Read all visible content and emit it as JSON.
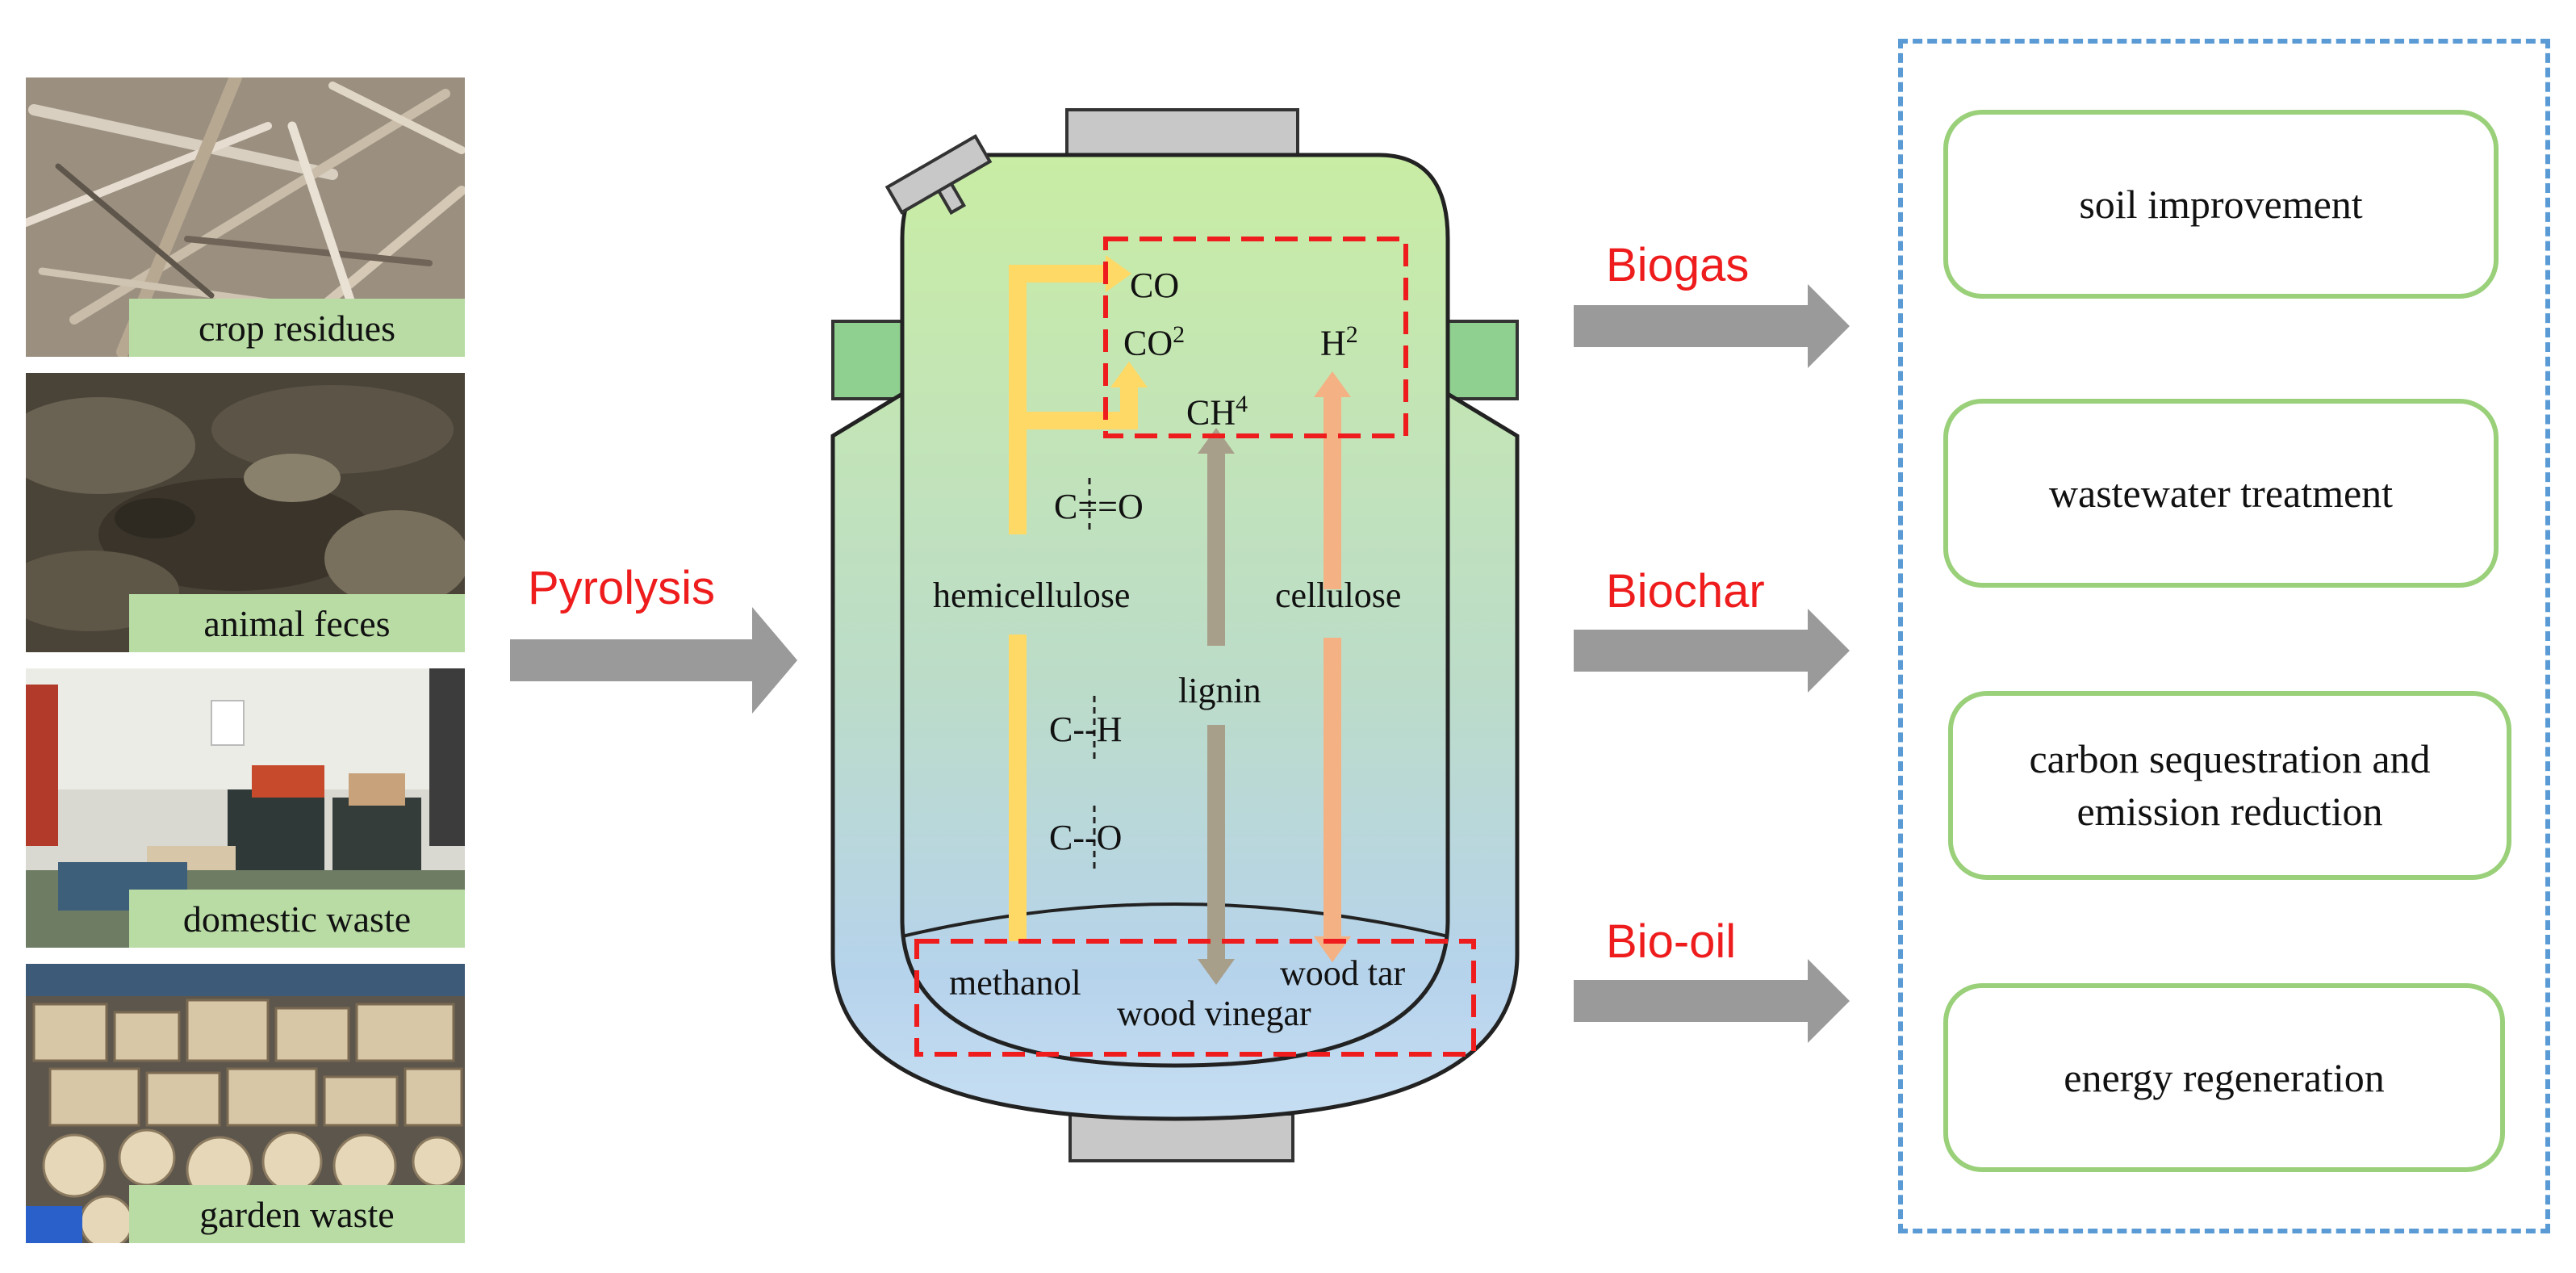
{
  "sources": [
    {
      "label": "crop residues",
      "icon": "straw-photo"
    },
    {
      "label": "animal feces",
      "icon": "soil-photo"
    },
    {
      "label": "domestic waste",
      "icon": "garbage-bins-photo"
    },
    {
      "label": "garden waste",
      "icon": "firewood-photo"
    }
  ],
  "process": {
    "label": "Pyrolysis"
  },
  "reactor": {
    "gases": {
      "co": "CO",
      "co2": "CO",
      "co2_sub": "2",
      "h2": "H",
      "h2_sub": "2",
      "ch4": "CH",
      "ch4_sub": "4"
    },
    "bonds": {
      "co_double": "C==O",
      "ch": "C--H",
      "co_single": "C--O"
    },
    "components": {
      "hemicellulose": "hemicellulose",
      "lignin": "lignin",
      "cellulose": "cellulose"
    },
    "liquids": {
      "methanol": "methanol",
      "wood_tar": "wood tar",
      "wood_vinegar": "wood vinegar"
    }
  },
  "products": [
    {
      "label": "Biogas"
    },
    {
      "label": "Biochar"
    },
    {
      "label": "Bio-oil"
    }
  ],
  "applications": [
    {
      "label": "soil improvement"
    },
    {
      "label": "wastewater treatment"
    },
    {
      "label": "carbon sequestration and emission reduction"
    },
    {
      "label": "energy regeneration"
    }
  ],
  "colors": {
    "label_red": "#ee1c1c",
    "arrow_gray": "#9a9a9a",
    "box_green": "#9ad07a",
    "dashed_blue": "#5b9bd5",
    "hemicellulose_yellow": "#ffd966",
    "lignin_taupe": "#a89f8a",
    "cellulose_salmon": "#f4b183"
  }
}
